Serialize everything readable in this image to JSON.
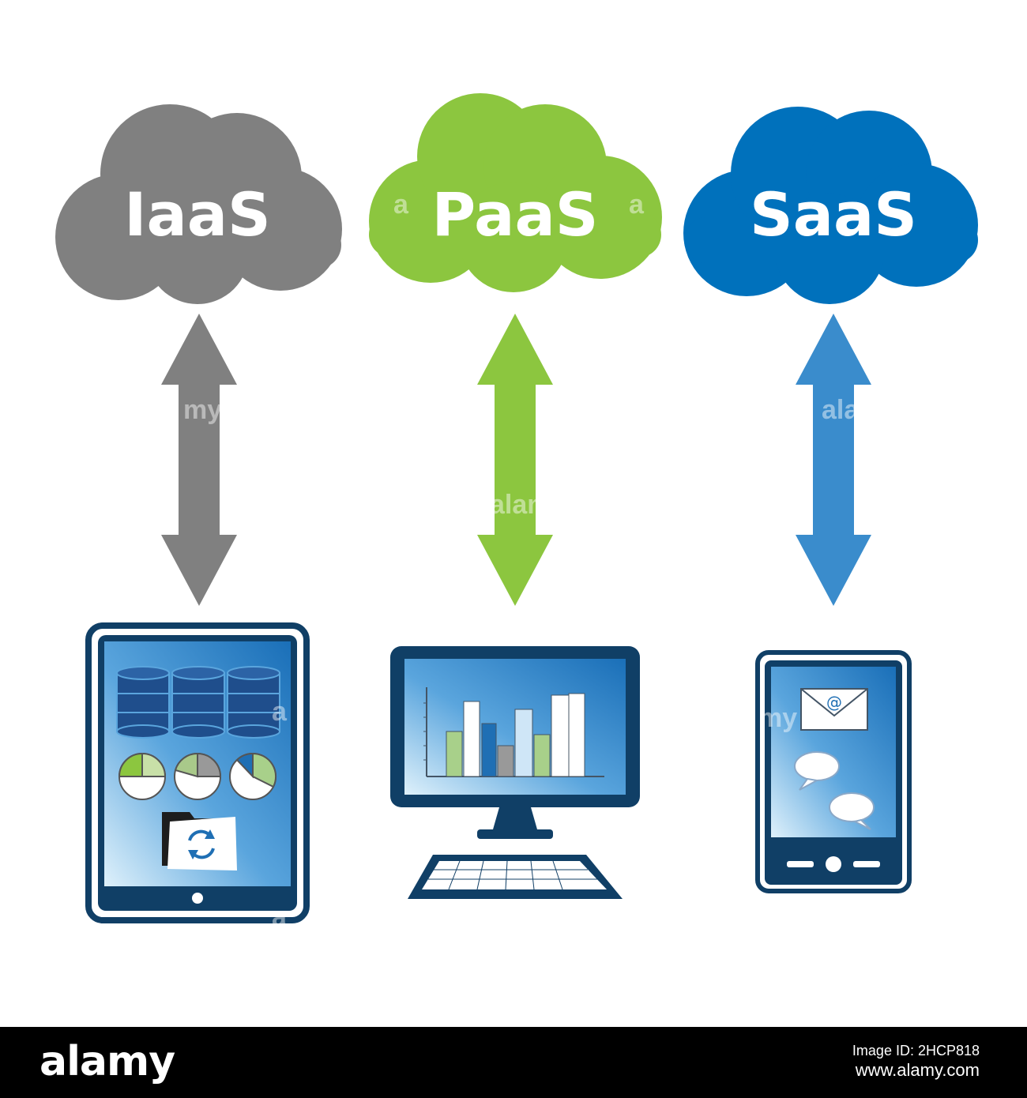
{
  "clouds": [
    {
      "label": "IaaS",
      "color": "#808080"
    },
    {
      "label": "PaaS",
      "color": "#8cc63f"
    },
    {
      "label": "SaaS",
      "color": "#0071bc"
    }
  ],
  "arrows": [
    {
      "color": "#808080"
    },
    {
      "color": "#8cc63f"
    },
    {
      "color": "#3a8ccc"
    }
  ],
  "devices": {
    "tablet": {
      "icons": [
        "database-icon",
        "pie-chart-icon",
        "folder-sync-icon"
      ]
    },
    "desktop": {
      "icons": [
        "bar-chart-icon",
        "keyboard-icon"
      ]
    },
    "phone": {
      "icons": [
        "email-icon",
        "chat-bubble-icon"
      ],
      "email_symbol": "@"
    }
  },
  "colors": {
    "device_frame": "#103f66",
    "screen_top": "#1a6fb8",
    "screen_bottom": "#dff1fb"
  },
  "watermarks": [
    "a",
    "a",
    "my",
    "alamy",
    "ala",
    "my",
    "a",
    "a"
  ],
  "footer": {
    "brand": "alamy",
    "image_id_label": "Image ID: 2HCP818",
    "url": "www.alamy.com"
  }
}
